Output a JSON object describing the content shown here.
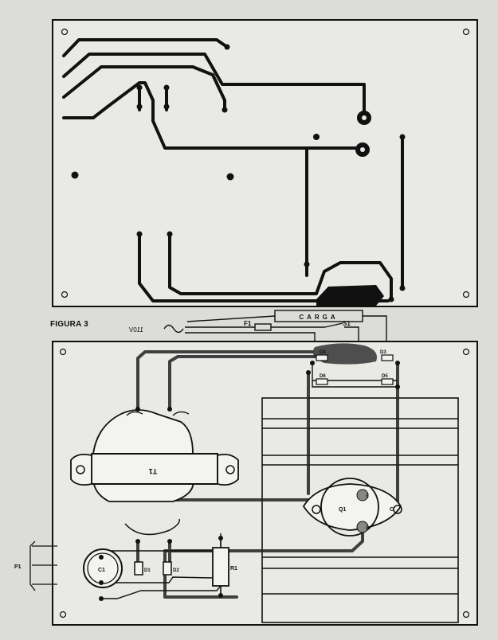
{
  "figure_label": "FIGURA 3",
  "background_text": {
    "title": "TEMPORIZ"
  },
  "schematic": {
    "load_label": "CARGA",
    "voltage_label": "110V",
    "fuse_label": "F1",
    "switch_label": "S1"
  },
  "components": {
    "transformer": "T1",
    "capacitor": "C1",
    "diode1": "D1",
    "diode2": "D2",
    "diode3": "D3",
    "diode4": "D4",
    "diode5": "D5",
    "diode6": "D6",
    "resistor": "R1",
    "transistor": "Q1",
    "pin_e": "E",
    "pin_b": "B",
    "pin_c": "C",
    "input_label": "P1"
  },
  "colors": {
    "trace": "#111111",
    "board_bg": "#e9e9e6",
    "page_bg": "#dcdcd8"
  }
}
